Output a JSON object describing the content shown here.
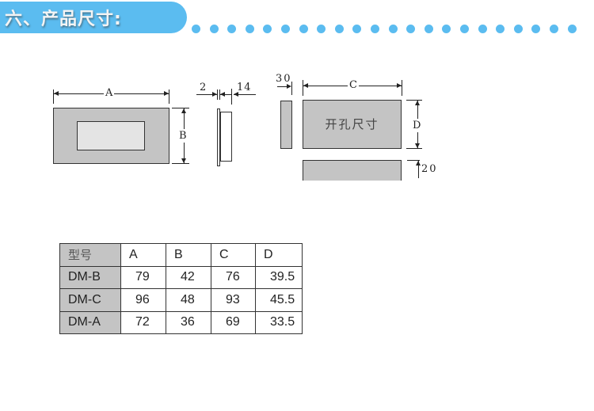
{
  "section": {
    "title": "六、产品尺寸:",
    "accent_color": "#5bbcf0",
    "dot_count": 22
  },
  "diagram": {
    "front_view": {
      "width_label": "A",
      "height_label": "B"
    },
    "side_view": {
      "panel_thickness": "2",
      "depth": "14"
    },
    "cutout": {
      "label": "开孔尺寸",
      "width_label": "C",
      "height_label": "D",
      "horizontal_spacing": "30",
      "vertical_spacing": "20"
    }
  },
  "table": {
    "headers": [
      "型号",
      "A",
      "B",
      "C",
      "D"
    ],
    "rows": [
      [
        "DM-B",
        "79",
        "42",
        "76",
        "39.5"
      ],
      [
        "DM-C",
        "96",
        "48",
        "93",
        "45.5"
      ],
      [
        "DM-A",
        "72",
        "36",
        "69",
        "33.5"
      ]
    ]
  }
}
